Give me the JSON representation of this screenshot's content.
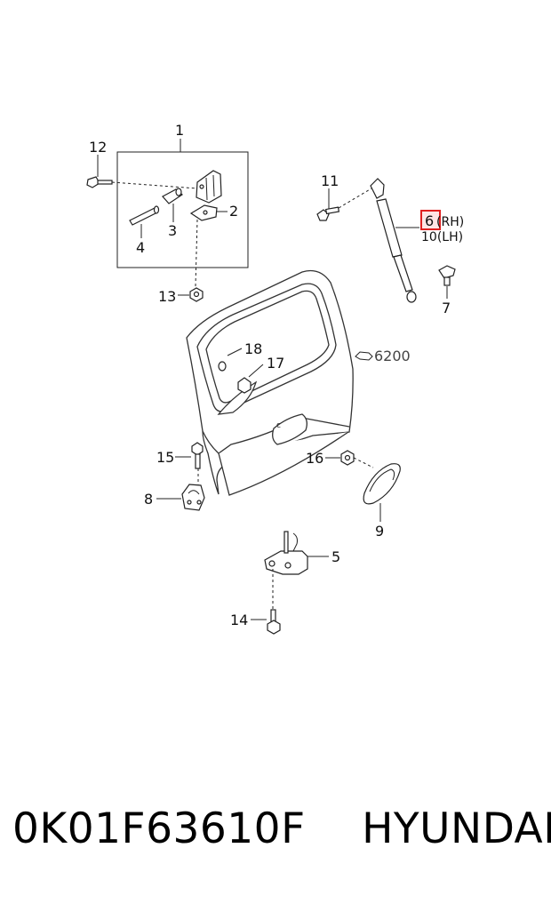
{
  "callouts": {
    "c1": "1",
    "c2": "2",
    "c3": "3",
    "c4": "4",
    "c5": "5",
    "c6": "6",
    "c6_suffix": "(RH)",
    "c7": "7",
    "c8": "8",
    "c9": "9",
    "c10": "10(LH)",
    "c11": "11",
    "c12": "12",
    "c13": "13",
    "c14": "14",
    "c15": "15",
    "c16": "16",
    "c17": "17",
    "c18": "18"
  },
  "reference": "6200",
  "footer": {
    "part_number": "0K01F63610F",
    "brand": "HYUNDAI"
  },
  "highlight_color": "#e02020"
}
